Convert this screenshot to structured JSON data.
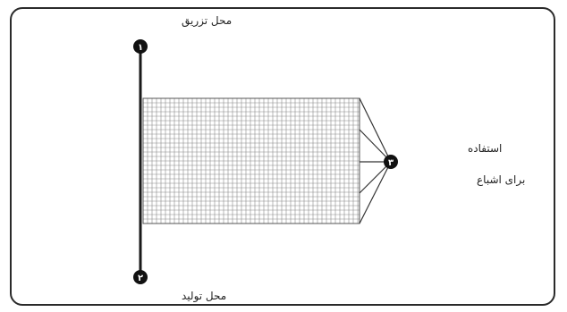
{
  "diagram": {
    "nodes": [
      {
        "id": "1",
        "marker": "۱",
        "label": "محل تزریق"
      },
      {
        "id": "2",
        "marker": "۲",
        "label": "محل تولید"
      },
      {
        "id": "3",
        "marker": "۳",
        "label_line1": "استفاده",
        "label_line2": "برای اشباع"
      }
    ],
    "colors": {
      "line": "#1a1a1a",
      "grid": "#8a8a8a",
      "frame": "#2a2a2a"
    }
  }
}
